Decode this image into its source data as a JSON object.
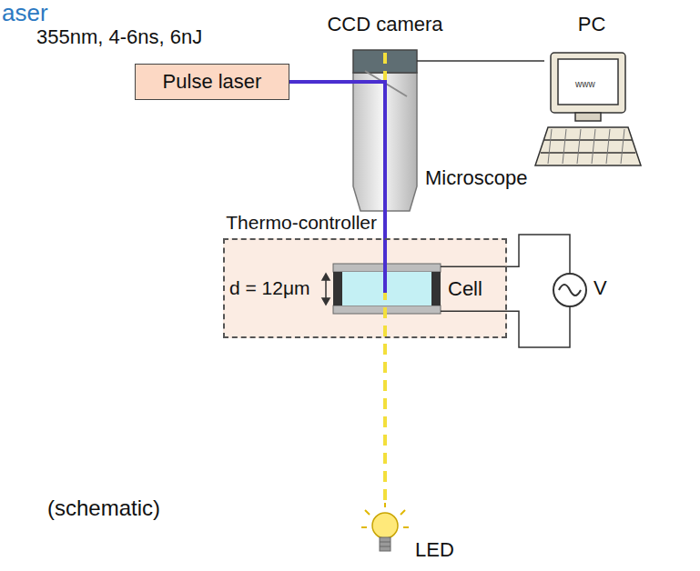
{
  "diagram": {
    "title": "aser",
    "nodes": [
      {
        "text": [
          "Pulse laser"
        ]
      },
      {
        "text": [
          "CCD camera"
        ]
      },
      {
        "text": [
          "PC"
        ]
      },
      {
        "text": [
          "Microscope"
        ]
      },
      {
        "text": [
          "Thermo-controller"
        ]
      },
      {
        "text": [
          "Cell"
        ],
        "in": 4
      },
      {
        "text": [
          "V"
        ]
      },
      {
        "text": [
          "LED"
        ]
      }
    ],
    "edges": [
      {
        "from": 1,
        "to": 2,
        "arrow": "none"
      },
      {
        "from": 0,
        "to": 3,
        "arrow": "none"
      },
      {
        "from": 5,
        "to": 6,
        "arrow": "none"
      },
      {
        "from": 5,
        "to": 6,
        "arrow": "none"
      }
    ],
    "labels": [
      "355nm, 4-6ns, 6nJ",
      "d = 12μm",
      "(schematic)",
      "www"
    ]
  }
}
